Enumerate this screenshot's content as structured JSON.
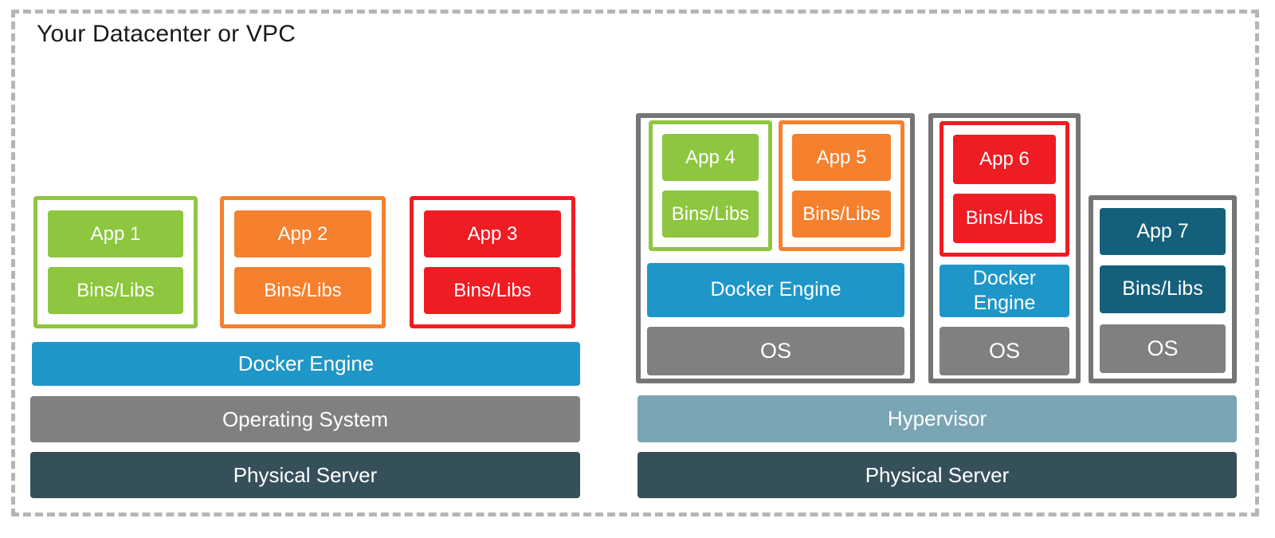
{
  "title": "Your Datacenter or VPC",
  "colors": {
    "green": "#8DC63F",
    "orange": "#F5802E",
    "red": "#EF1C23",
    "docker_blue": "#1F96C8",
    "os_gray": "#808080",
    "server_slate": "#36505A",
    "hypervisor_blue": "#7AA5B4",
    "app7_teal": "#14607B",
    "vm_border_gray": "#757575",
    "boundary_gray": "#B5B5B5",
    "title_color": "#1A1A1A"
  },
  "bare_metal_stack": {
    "containers": [
      {
        "app_label": "App 1",
        "libs_label": "Bins/Libs"
      },
      {
        "app_label": "App 2",
        "libs_label": "Bins/Libs"
      },
      {
        "app_label": "App 3",
        "libs_label": "Bins/Libs"
      }
    ],
    "docker_engine_label": "Docker Engine",
    "os_label": "Operating System",
    "server_label": "Physical Server"
  },
  "virtualized_stack": {
    "vm1": {
      "containers": [
        {
          "app_label": "App 4",
          "libs_label": "Bins/Libs"
        },
        {
          "app_label": "App 5",
          "libs_label": "Bins/Libs"
        }
      ],
      "docker_engine_label": "Docker Engine",
      "os_label": "OS"
    },
    "vm2": {
      "containers": [
        {
          "app_label": "App 6",
          "libs_label": "Bins/Libs"
        }
      ],
      "docker_engine_label": "Docker Engine",
      "os_label": "OS"
    },
    "vm3": {
      "app_label": "App 7",
      "libs_label": "Bins/Libs",
      "os_label": "OS"
    },
    "hypervisor_label": "Hypervisor",
    "server_label": "Physical Server"
  }
}
